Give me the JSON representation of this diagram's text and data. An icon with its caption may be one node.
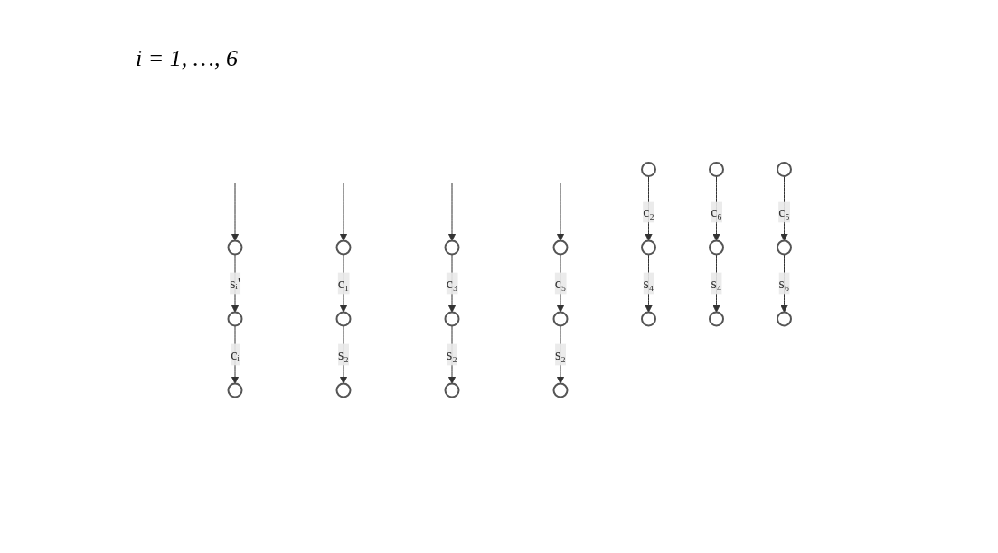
{
  "diagram": {
    "nodes": [
      {
        "text": [],
        "shape": "circle"
      },
      {
        "text": [],
        "shape": "circle"
      },
      {
        "text": [],
        "shape": "circle"
      },
      {
        "text": [],
        "shape": "circle"
      },
      {
        "text": [],
        "shape": "circle"
      },
      {
        "text": [],
        "shape": "circle"
      },
      {
        "text": [],
        "shape": "circle"
      },
      {
        "text": [],
        "shape": "circle"
      },
      {
        "text": [],
        "shape": "circle"
      },
      {
        "text": [],
        "shape": "circle"
      },
      {
        "text": [],
        "shape": "circle"
      },
      {
        "text": [],
        "shape": "circle"
      },
      {
        "text": [],
        "shape": "circle"
      },
      {
        "text": [],
        "shape": "circle"
      },
      {
        "text": [],
        "shape": "circle"
      },
      {
        "text": [],
        "shape": "circle"
      },
      {
        "text": [],
        "shape": "circle"
      },
      {
        "text": [],
        "shape": "circle"
      },
      {
        "text": [],
        "shape": "circle"
      },
      {
        "text": [],
        "shape": "circle"
      },
      {
        "text": [],
        "shape": "circle"
      }
    ],
    "edges": [
      {
        "from": null,
        "to": 0,
        "arrow": "to"
      },
      {
        "from": 0,
        "to": 1,
        "arrow": "to",
        "label": "sᵢ'"
      },
      {
        "from": 1,
        "to": 2,
        "arrow": "to",
        "label": "cᵢ"
      },
      {
        "from": null,
        "to": 3,
        "arrow": "to"
      },
      {
        "from": 3,
        "to": 4,
        "arrow": "to",
        "label": "c₁"
      },
      {
        "from": 4,
        "to": 5,
        "arrow": "to",
        "label": "s₂"
      },
      {
        "from": null,
        "to": 6,
        "arrow": "to"
      },
      {
        "from": 6,
        "to": 7,
        "arrow": "to",
        "label": "c₃"
      },
      {
        "from": 7,
        "to": 8,
        "arrow": "to",
        "label": "s₂"
      },
      {
        "from": null,
        "to": 9,
        "arrow": "to"
      },
      {
        "from": 9,
        "to": 10,
        "arrow": "to",
        "label": "c₅"
      },
      {
        "from": 10,
        "to": 11,
        "arrow": "to",
        "label": "s₂"
      },
      {
        "from": 12,
        "to": 13,
        "arrow": "to",
        "label": "c₂"
      },
      {
        "from": 13,
        "to": 14,
        "arrow": "to",
        "label": "s₄"
      },
      {
        "from": 15,
        "to": 16,
        "arrow": "to",
        "label": "c₆"
      },
      {
        "from": 16,
        "to": 17,
        "arrow": "to",
        "label": "s₄"
      },
      {
        "from": 18,
        "to": 19,
        "arrow": "to",
        "label": "c₅"
      },
      {
        "from": 19,
        "to": 20,
        "arrow": "to",
        "label": "s₆"
      }
    ],
    "labels": [
      "i = 1, …, 6"
    ]
  }
}
